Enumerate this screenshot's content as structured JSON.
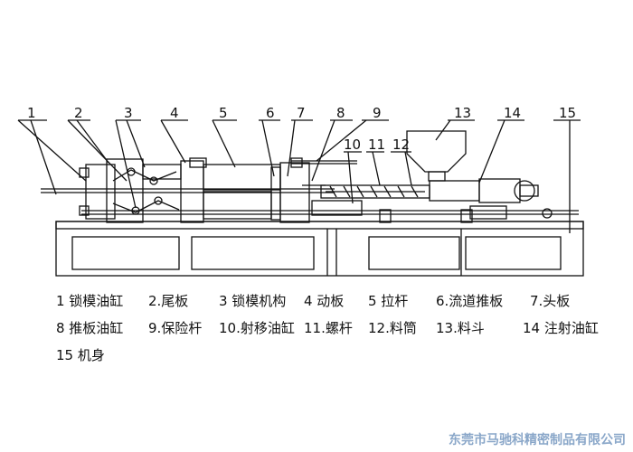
{
  "callouts": [
    "1",
    "2",
    "3",
    "4",
    "5",
    "6",
    "7",
    "8",
    "9",
    "10",
    "11",
    "12",
    "13",
    "14",
    "15"
  ],
  "legend": [
    [
      "1 锁模油缸",
      "2.尾板",
      "3 锁模机构",
      "4 动板",
      "5 拉杆",
      "6.流道推板",
      "7.头板"
    ],
    [
      "8 推板油缸",
      "9.保险杆",
      "10.射移油缸",
      "11.螺杆",
      "12.料筒",
      "13.料斗",
      "14 注射油缸"
    ],
    [
      "15 机身"
    ]
  ],
  "footer": "东莞市马驰科精密制品有限公司",
  "colors": {
    "line": "#111111",
    "footer": "#8aa7c9",
    "background": "#ffffff"
  }
}
